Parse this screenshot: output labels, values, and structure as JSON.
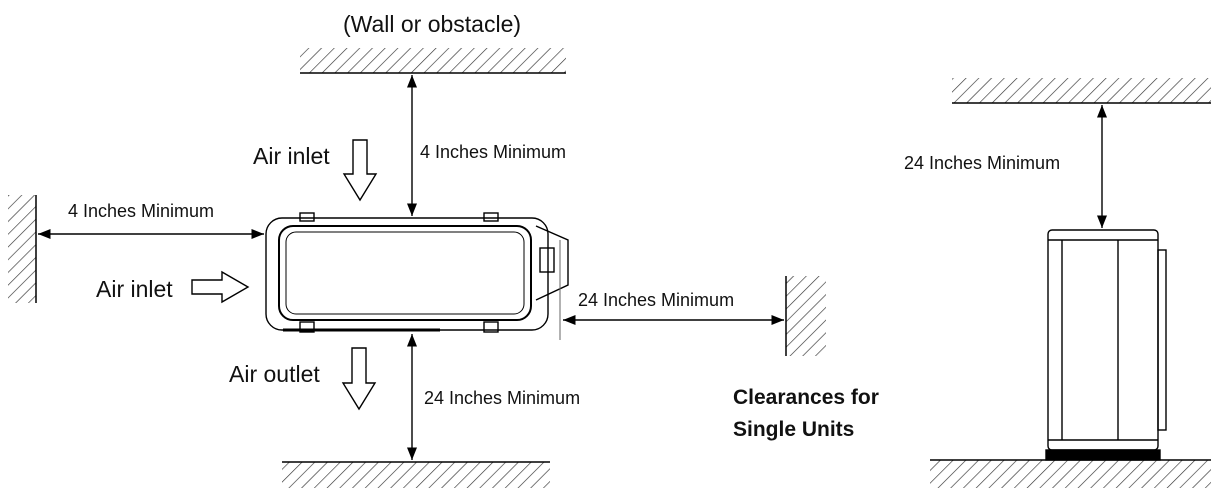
{
  "diagram": {
    "wall_label": "(Wall or obstacle)",
    "air_inlet_top": "Air inlet",
    "air_inlet_left": "Air inlet",
    "air_outlet": "Air outlet",
    "clearance_top": "4 Inches Minimum",
    "clearance_left": "4 Inches Minimum",
    "clearance_right": "24 Inches Minimum",
    "clearance_bottom": "24 Inches Minimum",
    "clearance_side_view_top": "24 Inches Minimum",
    "caption_line1": "Clearances for",
    "caption_line2": "Single Units"
  },
  "colors": {
    "line": "#000000",
    "hatch": "#333333",
    "background": "#ffffff"
  }
}
